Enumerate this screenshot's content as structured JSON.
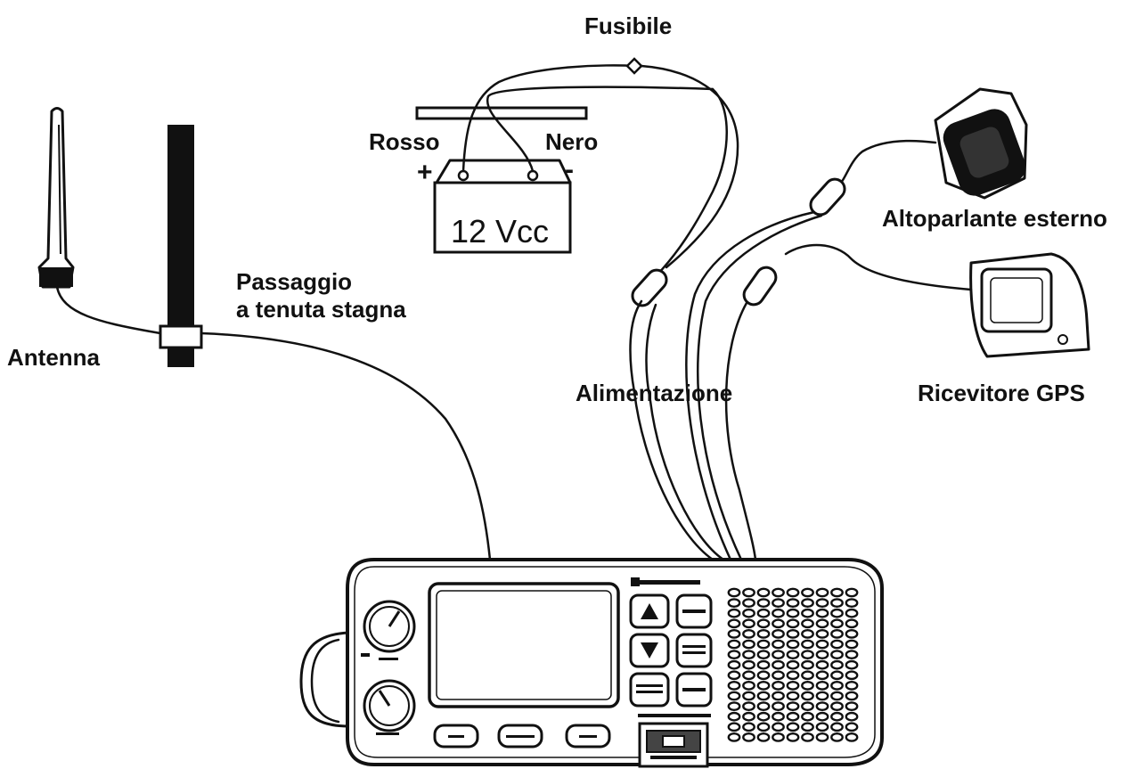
{
  "labels": {
    "fuse": "Fusibile",
    "red": "Rosso",
    "black": "Nero",
    "positive": "+",
    "negative": "-",
    "battery": "12 Vcc",
    "feedthrough_line1": "Passaggio",
    "feedthrough_line2": "a tenuta stagna",
    "antenna": "Antenna",
    "power": "Alimentazione",
    "speaker": "Altoparlante esterno",
    "gps": "Ricevitore GPS"
  },
  "colors": {
    "ink": "#111111",
    "background": "#ffffff"
  }
}
